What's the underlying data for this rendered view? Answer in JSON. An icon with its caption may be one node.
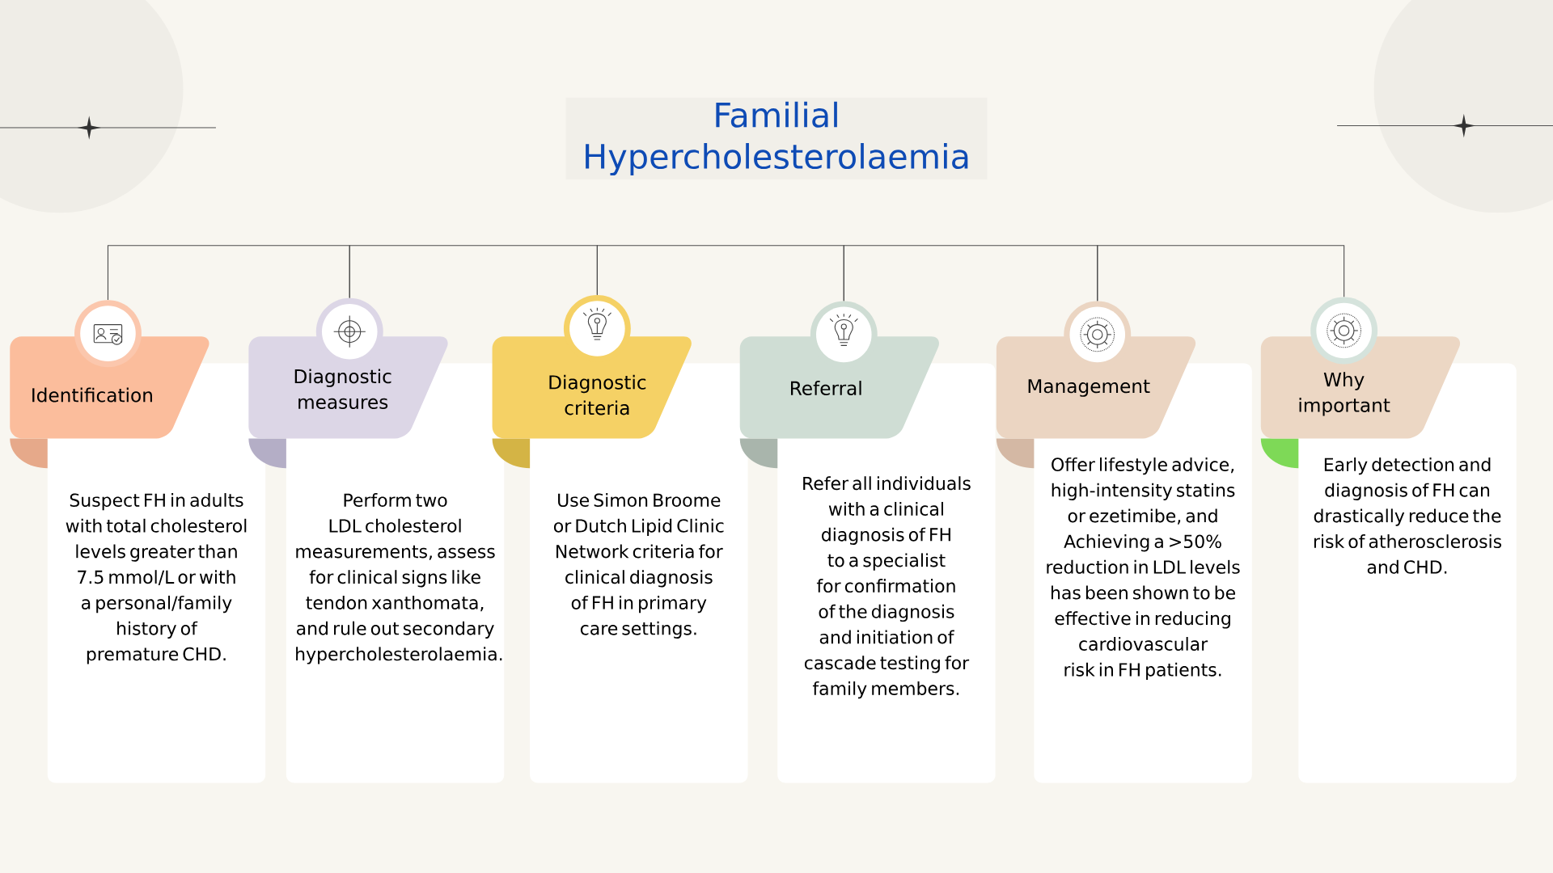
{
  "diagram": {
    "title": "Familial Hypercholesterolaemia",
    "nodes": [
      {
        "text": [],
        "shape": "circle"
      },
      {
        "text": [
          "Identification"
        ]
      },
      {
        "text": [
          "Suspect FH in adults with total cholesterol levels greater than 7.5 mmol/L or with a personal/family history of premature CHD."
        ]
      },
      {
        "text": [],
        "shape": "circle"
      },
      {
        "text": [
          "Diagnostic measures"
        ]
      },
      {
        "text": [
          "Perform two LDL cholesterol measurements, assess for clinical signs like tendon xanthomata, and rule out secondary hypercholesterolaemia."
        ]
      },
      {
        "text": [],
        "shape": "circle"
      },
      {
        "text": [
          "Diagnostic criteria"
        ]
      },
      {
        "text": [
          "Use Simon Broome or Dutch Lipid Clinic Network criteria for clinical diagnosis of FH in primary care settings."
        ]
      },
      {
        "text": [],
        "shape": "circle"
      },
      {
        "text": [
          "Referral"
        ]
      },
      {
        "text": [
          "Refer all individuals with a clinical diagnosis of FH to a specialist for confirmation of the diagnosis and initiation of cascade testing for family members."
        ]
      },
      {
        "text": [],
        "shape": "circle"
      },
      {
        "text": [
          "Management"
        ]
      },
      {
        "text": [
          "Offer lifestyle advice, high-intensity statins or ezetimibe, and Achieving a >50% reduction in LDL levels has been shown to be effective in reducing cardiovascular risk in FH patients."
        ]
      },
      {
        "text": [],
        "shape": "circle"
      },
      {
        "text": [
          "Why important"
        ]
      },
      {
        "text": [
          "Early detection and diagnosis of FH can drastically reduce the risk of atherosclerosis and CHD."
        ]
      }
    ],
    "edges": [
      {
        "from": 0,
        "to": 3,
        "arrow": "none"
      },
      {
        "from": 3,
        "to": 6,
        "arrow": "none"
      },
      {
        "from": 6,
        "to": 9,
        "arrow": "none"
      },
      {
        "from": 9,
        "to": 12,
        "arrow": "none"
      },
      {
        "from": 12,
        "to": 15,
        "arrow": "none"
      }
    ]
  }
}
